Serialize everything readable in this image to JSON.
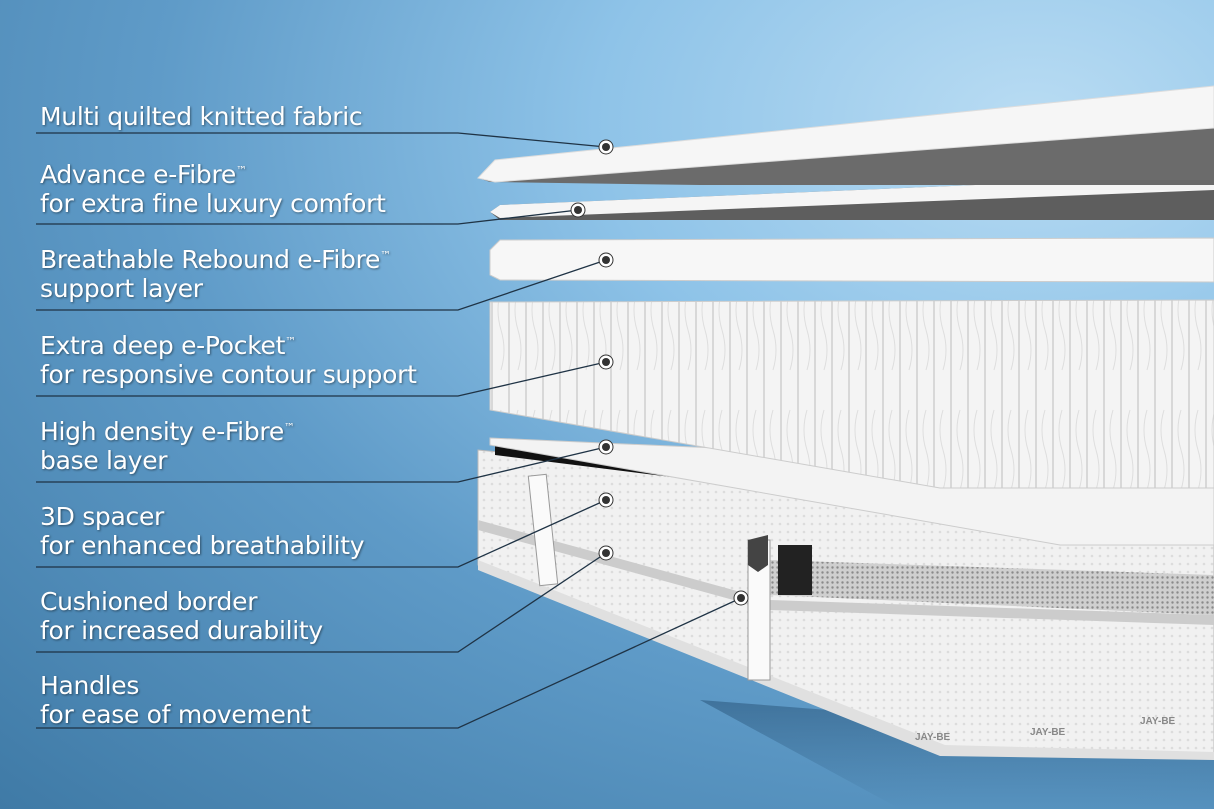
{
  "brand": "JAY-BE",
  "colors": {
    "background": "#6aa6d3",
    "leader_line": "#1f3345",
    "text": "#ffffff"
  },
  "labels": [
    {
      "line1": "Multi quilted knitted fabric",
      "tm": "",
      "line2": ""
    },
    {
      "line1": "Advance e-Fibre",
      "tm": "™",
      "line2": "for extra fine luxury comfort"
    },
    {
      "line1": "Breathable Rebound e-Fibre",
      "tm": "™",
      "line2": "support layer"
    },
    {
      "line1": "Extra deep e-Pocket",
      "tm": "™",
      "line2": "for responsive contour support"
    },
    {
      "line1": "High density e-Fibre",
      "tm": "™",
      "line2": "base layer"
    },
    {
      "line1": "3D spacer",
      "tm": "",
      "line2": "for enhanced breathability"
    },
    {
      "line1": "Cushioned border",
      "tm": "",
      "line2": "for increased durability"
    },
    {
      "line1": "Handles",
      "tm": "",
      "line2": "for ease of movement"
    }
  ]
}
